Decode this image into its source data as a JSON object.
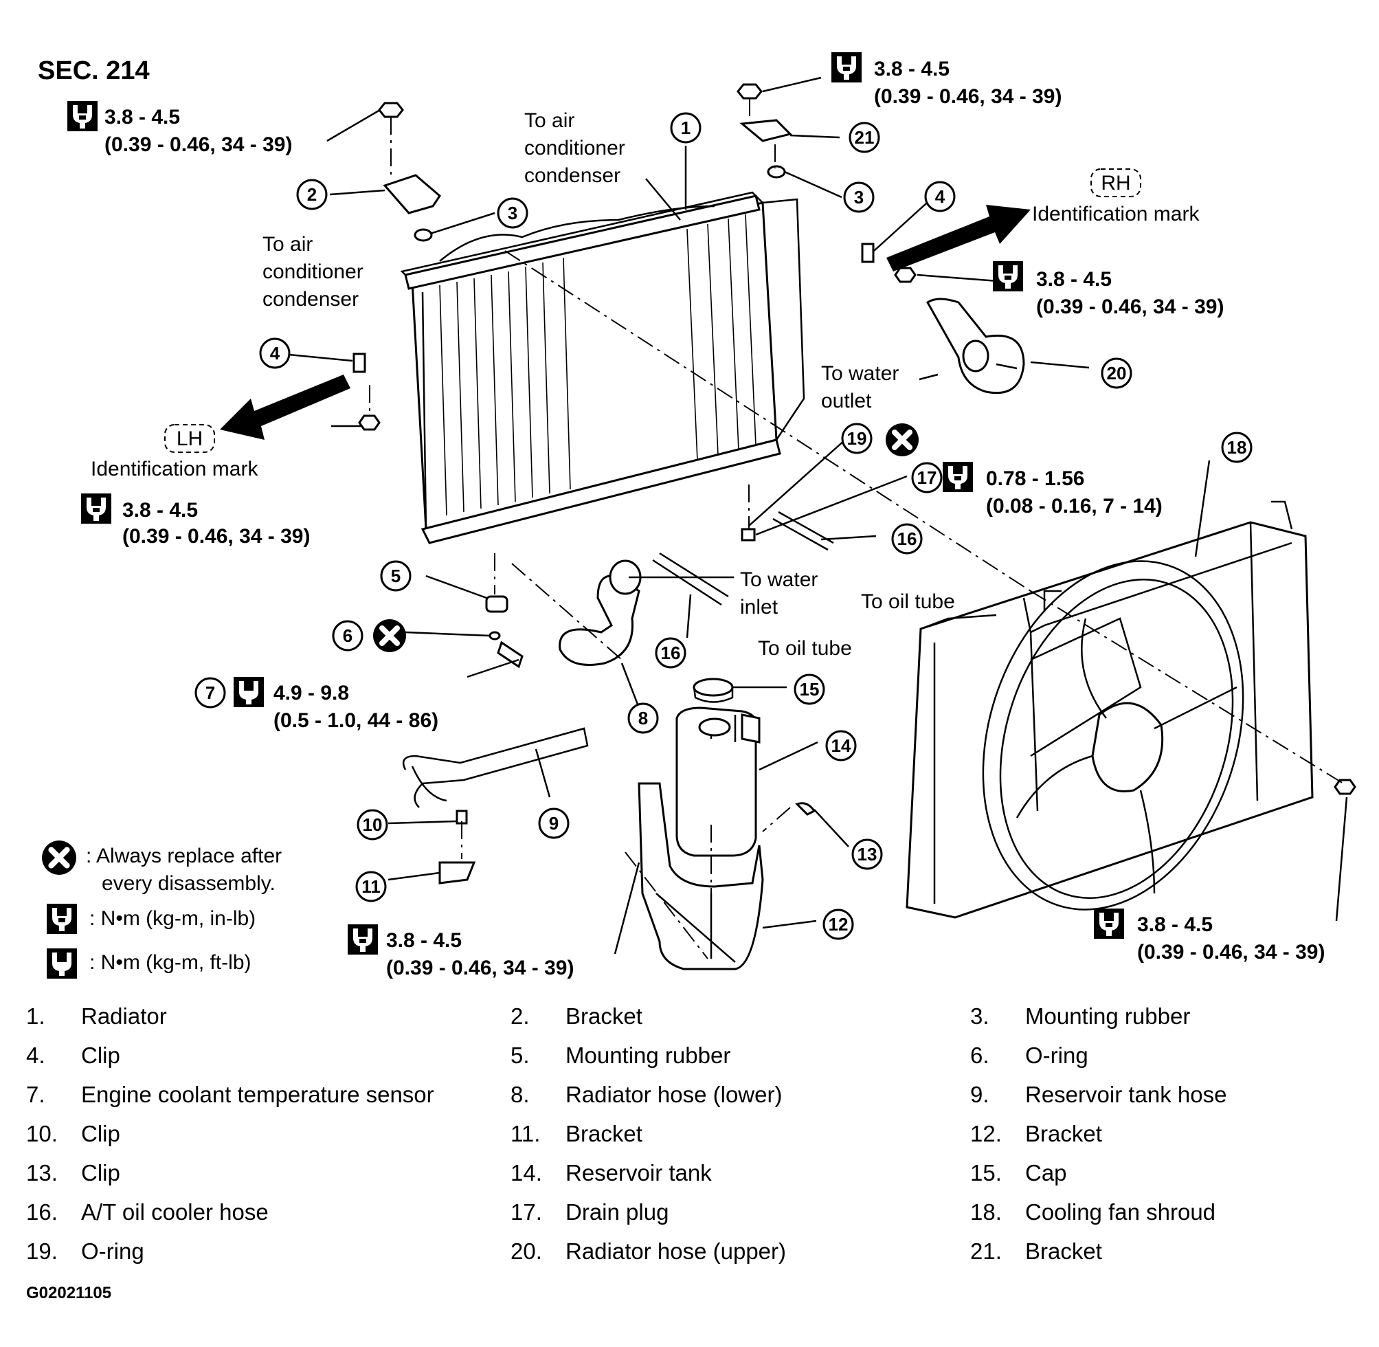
{
  "section": "SEC. 214",
  "figure_id": "G02021105",
  "torque": {
    "t1_a": "3.8 - 4.5",
    "t1_b": "(0.39 - 0.46, 34 - 39)",
    "t2_a": "3.8 - 4.5",
    "t2_b": "(0.39 - 0.46, 34 - 39)",
    "t3_a": "3.8 - 4.5",
    "t3_b": "(0.39 - 0.46, 34 - 39)",
    "t4_a": "3.8 - 4.5",
    "t4_b": "(0.39 - 0.46, 34 - 39)",
    "t5_a": "0.78 - 1.56",
    "t5_b": "(0.08 - 0.16, 7 - 14)",
    "t6_a": "4.9 - 9.8",
    "t6_b": "(0.5 - 1.0, 44 - 86)",
    "t7_a": "3.8 - 4.5",
    "t7_b": "(0.39 - 0.46, 34 - 39)",
    "t8_a": "3.8 - 4.5",
    "t8_b": "(0.39 - 0.46, 34 - 39)"
  },
  "notes": {
    "ac_right_1": "To air",
    "ac_right_2": "conditioner",
    "ac_right_3": "condenser",
    "ac_left_1": "To air",
    "ac_left_2": "conditioner",
    "ac_left_3": "condenser",
    "rh_badge": "RH",
    "rh_mark": "Identification mark",
    "lh_badge": "LH",
    "lh_mark": "Identification mark",
    "water_outlet_1": "To water",
    "water_outlet_2": "outlet",
    "water_inlet_1": "To water",
    "water_inlet_2": "inlet",
    "oil_tube_a": "To oil tube",
    "oil_tube_b": "To oil tube"
  },
  "key": {
    "replace_1": ": Always replace after",
    "replace_2": "every disassembly.",
    "nm_inlb": ":  N•m  (kg-m,  in-lb)",
    "nm_ftlb": ":  N•m  (kg-m,  ft-lb)"
  },
  "callouts": [
    "1",
    "2",
    "3",
    "3",
    "4",
    "4",
    "5",
    "6",
    "7",
    "8",
    "9",
    "10",
    "11",
    "12",
    "13",
    "14",
    "15",
    "16",
    "16",
    "17",
    "18",
    "19",
    "20",
    "21"
  ],
  "legend": [
    {
      "num": "1.",
      "label": "Radiator"
    },
    {
      "num": "2.",
      "label": "Bracket"
    },
    {
      "num": "3.",
      "label": "Mounting rubber"
    },
    {
      "num": "4.",
      "label": "Clip"
    },
    {
      "num": "5.",
      "label": "Mounting rubber"
    },
    {
      "num": "6.",
      "label": "O-ring"
    },
    {
      "num": "7.",
      "label": "Engine coolant temperature sensor"
    },
    {
      "num": "8.",
      "label": "Radiator hose (lower)"
    },
    {
      "num": "9.",
      "label": "Reservoir tank hose"
    },
    {
      "num": "10.",
      "label": "Clip"
    },
    {
      "num": "11.",
      "label": "Bracket"
    },
    {
      "num": "12.",
      "label": "Bracket"
    },
    {
      "num": "13.",
      "label": "Clip"
    },
    {
      "num": "14.",
      "label": "Reservoir tank"
    },
    {
      "num": "15.",
      "label": "Cap"
    },
    {
      "num": "16.",
      "label": "A/T oil cooler hose"
    },
    {
      "num": "17.",
      "label": "Drain plug"
    },
    {
      "num": "18.",
      "label": "Cooling fan shroud"
    },
    {
      "num": "19.",
      "label": "O-ring"
    },
    {
      "num": "20.",
      "label": "Radiator hose (upper)"
    },
    {
      "num": "21.",
      "label": "Bracket"
    }
  ]
}
